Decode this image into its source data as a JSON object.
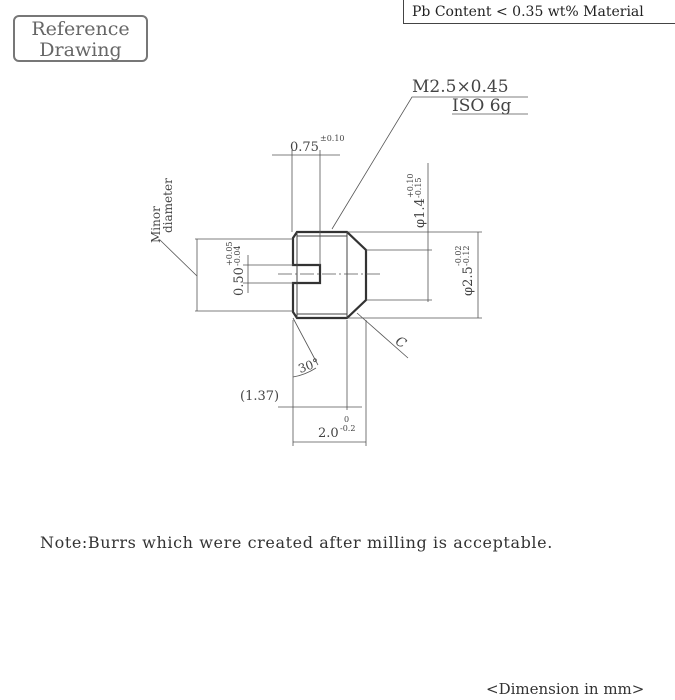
{
  "header": {
    "reference_label_line1": "Reference",
    "reference_label_line2": "Drawing",
    "material_note": "Pb Content < 0.35 wt% Material"
  },
  "drawing": {
    "thread_spec": "M2.5×0.45",
    "thread_tolerance": "ISO 6g",
    "slot_width": "0.75",
    "slot_width_tol": "±0.10",
    "minor_label_1": "Minor",
    "minor_label_2": "diameter",
    "slot_depth": "0.50",
    "slot_depth_tol_upper": "+0.05",
    "slot_depth_tol_lower": "-0.04",
    "tip_diameter": "φ1.4",
    "tip_diameter_tol_upper": "+0.10",
    "tip_diameter_tol_lower": "-0.15",
    "major_diameter": "φ2.5",
    "major_diameter_tol_upper": "-0.02",
    "major_diameter_tol_lower": "-0.12",
    "chamfer": "C",
    "angle": "30°",
    "ref_length": "(1.37)",
    "length": "2.0",
    "length_tol_upper": "0",
    "length_tol_lower": "-0.2"
  },
  "note": "Note:Burrs which were created after milling is acceptable.",
  "units": "<Dimension in mm>"
}
